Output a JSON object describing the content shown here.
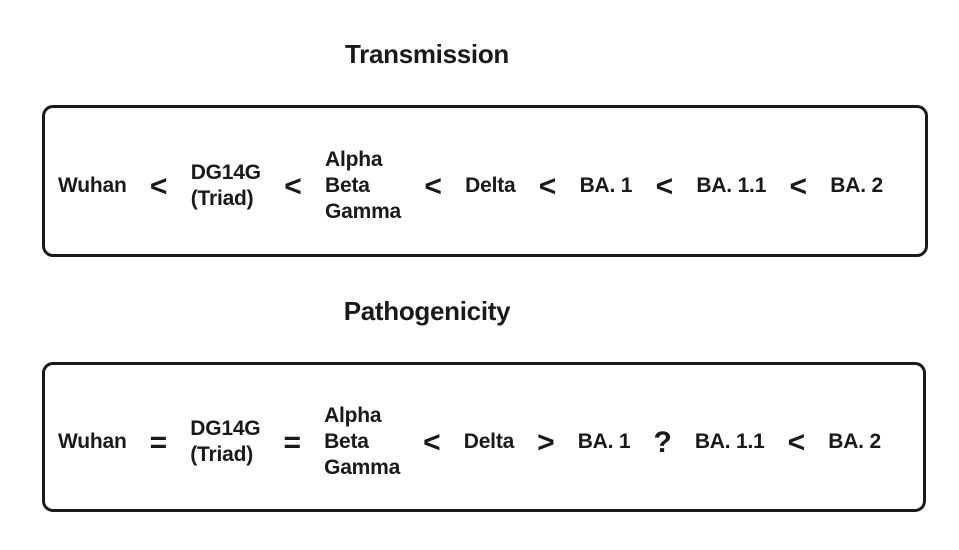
{
  "colors": {
    "ink": "#1a1a1a",
    "background": "#ffffff"
  },
  "panels": [
    {
      "title": "Transmission",
      "sequence": [
        {
          "type": "variant",
          "lines": [
            "Wuhan"
          ]
        },
        {
          "type": "operator",
          "symbol": "<"
        },
        {
          "type": "variant",
          "lines": [
            "DG14G",
            "(Triad)"
          ]
        },
        {
          "type": "operator",
          "symbol": "<"
        },
        {
          "type": "variant",
          "lines": [
            "Alpha",
            "Beta",
            "Gamma"
          ]
        },
        {
          "type": "operator",
          "symbol": "<"
        },
        {
          "type": "variant",
          "lines": [
            "Delta"
          ]
        },
        {
          "type": "operator",
          "symbol": "<"
        },
        {
          "type": "variant",
          "lines": [
            "BA. 1"
          ]
        },
        {
          "type": "operator",
          "symbol": "<"
        },
        {
          "type": "variant",
          "lines": [
            "BA. 1.1"
          ]
        },
        {
          "type": "operator",
          "symbol": "<"
        },
        {
          "type": "variant",
          "lines": [
            "BA. 2"
          ]
        }
      ]
    },
    {
      "title": "Pathogenicity",
      "sequence": [
        {
          "type": "variant",
          "lines": [
            "Wuhan"
          ]
        },
        {
          "type": "operator",
          "symbol": "="
        },
        {
          "type": "variant",
          "lines": [
            "DG14G",
            "(Triad)"
          ]
        },
        {
          "type": "operator",
          "symbol": "="
        },
        {
          "type": "variant",
          "lines": [
            "Alpha",
            "Beta",
            "Gamma"
          ]
        },
        {
          "type": "operator",
          "symbol": "<"
        },
        {
          "type": "variant",
          "lines": [
            "Delta"
          ]
        },
        {
          "type": "operator",
          "symbol": ">"
        },
        {
          "type": "variant",
          "lines": [
            "BA. 1"
          ]
        },
        {
          "type": "operator",
          "symbol": "?"
        },
        {
          "type": "variant",
          "lines": [
            "BA. 1.1"
          ]
        },
        {
          "type": "operator",
          "symbol": "<"
        },
        {
          "type": "variant",
          "lines": [
            "BA. 2"
          ]
        }
      ]
    }
  ]
}
